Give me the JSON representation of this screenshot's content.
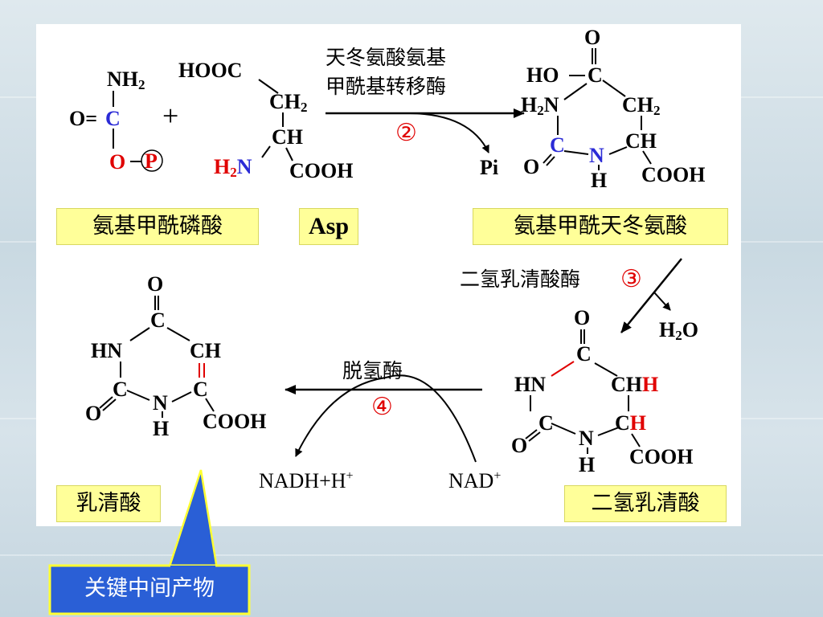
{
  "carbamoyl_phosphate": {
    "nh2": "NH",
    "nh2_sub": "2",
    "o_double": "O=",
    "c": "C",
    "o_single": "O",
    "p": "P"
  },
  "plus": "+",
  "asp": {
    "hooc": "HOOC",
    "ch2": "CH",
    "ch2_sub": "2",
    "ch": "CH",
    "h2n_h": "H",
    "h2n_sub": "2",
    "h2n_n": "N",
    "cooh": "COOH"
  },
  "step2": {
    "enzyme_line1": "天冬氨酸氨基",
    "enzyme_line2": "甲酰基转移酶",
    "number": "②",
    "byproduct": "Pi"
  },
  "carbamoyl_aspartate": {
    "o_top": "O",
    "ho": "HO",
    "c_top": "C",
    "h2n": "H",
    "h2n_sub": "2",
    "h2n_n": "N",
    "ch2": "CH",
    "ch2_sub": "2",
    "c_blue": "C",
    "n_blue": "N",
    "ch": "CH",
    "o_left": "O",
    "h": "H",
    "cooh": "COOH"
  },
  "labels": {
    "carbamoyl_phosphate": "氨基甲酰磷酸",
    "asp": "Asp",
    "carbamoyl_aspartate": "氨基甲酰天冬氨酸",
    "orotate": "乳清酸",
    "dihydroorotate": "二氢乳清酸"
  },
  "step3": {
    "enzyme": "二氢乳清酸酶",
    "number": "③",
    "byproduct_h": "H",
    "byproduct_sub": "2",
    "byproduct_o": "O"
  },
  "dihydroorotate": {
    "o_top": "O",
    "c_top": "C",
    "hn": "HN",
    "ch_top": "CH",
    "h_red1": "H",
    "c_left": "C",
    "o_left": "O",
    "n": "N",
    "h": "H",
    "c_right": "C",
    "h_red2": "H",
    "cooh": "COOH"
  },
  "step4": {
    "enzyme": "脱氢酶",
    "number": "④",
    "nadh": "NADH+H",
    "nadh_sup": "+",
    "nad": "NAD",
    "nad_sup": "+"
  },
  "orotate": {
    "o_top": "O",
    "c_top": "C",
    "hn": "HN",
    "ch": "CH",
    "c_left": "C",
    "o_left": "O",
    "n": "N",
    "h": "H",
    "c_right": "C",
    "cooh": "COOH"
  },
  "callout": {
    "text": "关键中间产物"
  },
  "colors": {
    "highlight_red": "#e00000",
    "atom_blue": "#2b2bd6",
    "label_yellow": "#ffff99",
    "callout_blue": "#2a5fd6",
    "callout_border": "#ffff33"
  }
}
